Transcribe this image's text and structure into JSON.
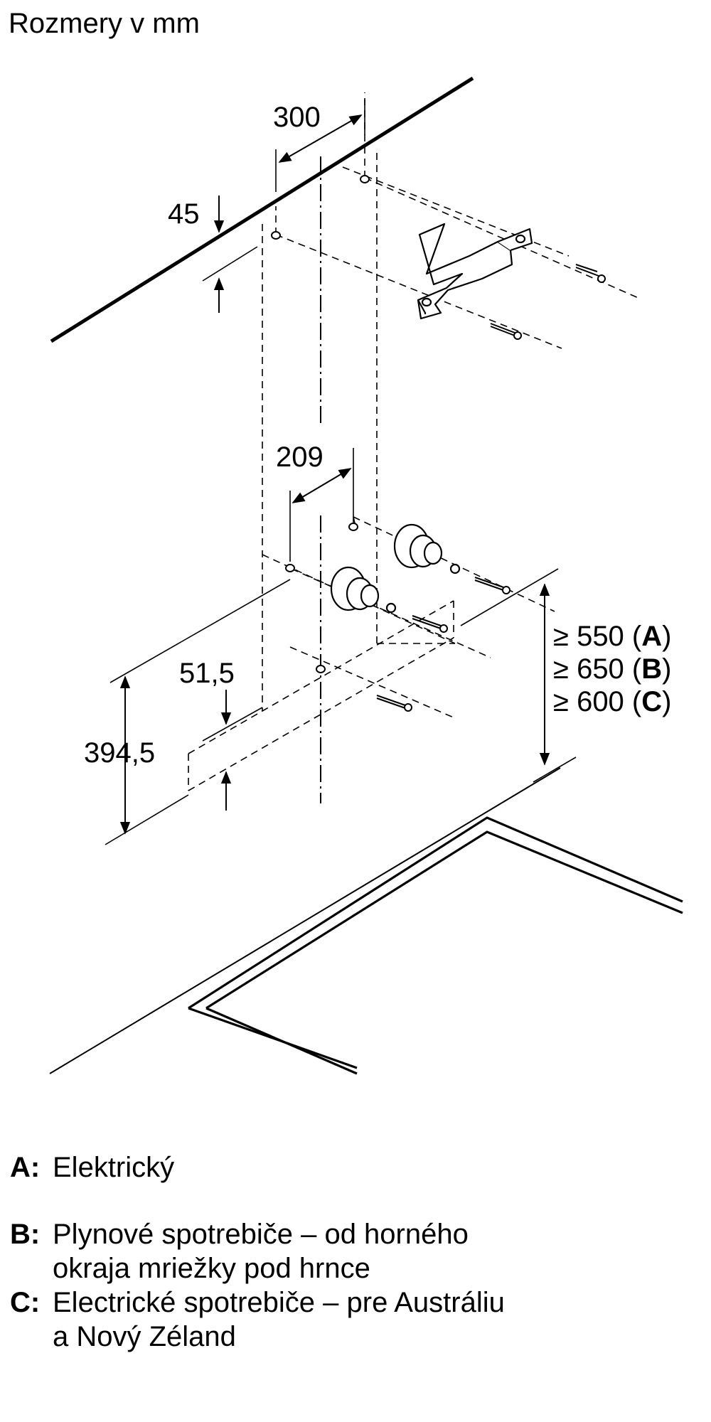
{
  "title": "Rozmery v mm",
  "dimensions": {
    "d300": "300",
    "d45": "45",
    "d209": "209",
    "d51_5": "51,5",
    "d394_5": "394,5"
  },
  "requirements": [
    {
      "text": "≥ 550 (",
      "key": "A",
      "close": ")"
    },
    {
      "text": "≥ 650 (",
      "key": "B",
      "close": ")"
    },
    {
      "text": "≥ 600 (",
      "key": "C",
      "close": ")"
    }
  ],
  "legend": [
    {
      "key": "A:",
      "text": "Elektrický"
    },
    {
      "key": "B:",
      "text": "Plynové spotrebiče – od horného okraja mriežky pod hrnce"
    },
    {
      "key": "C:",
      "text": "Electrické spotrebiče – pre Austráliu a Nový Zéland"
    }
  ]
}
